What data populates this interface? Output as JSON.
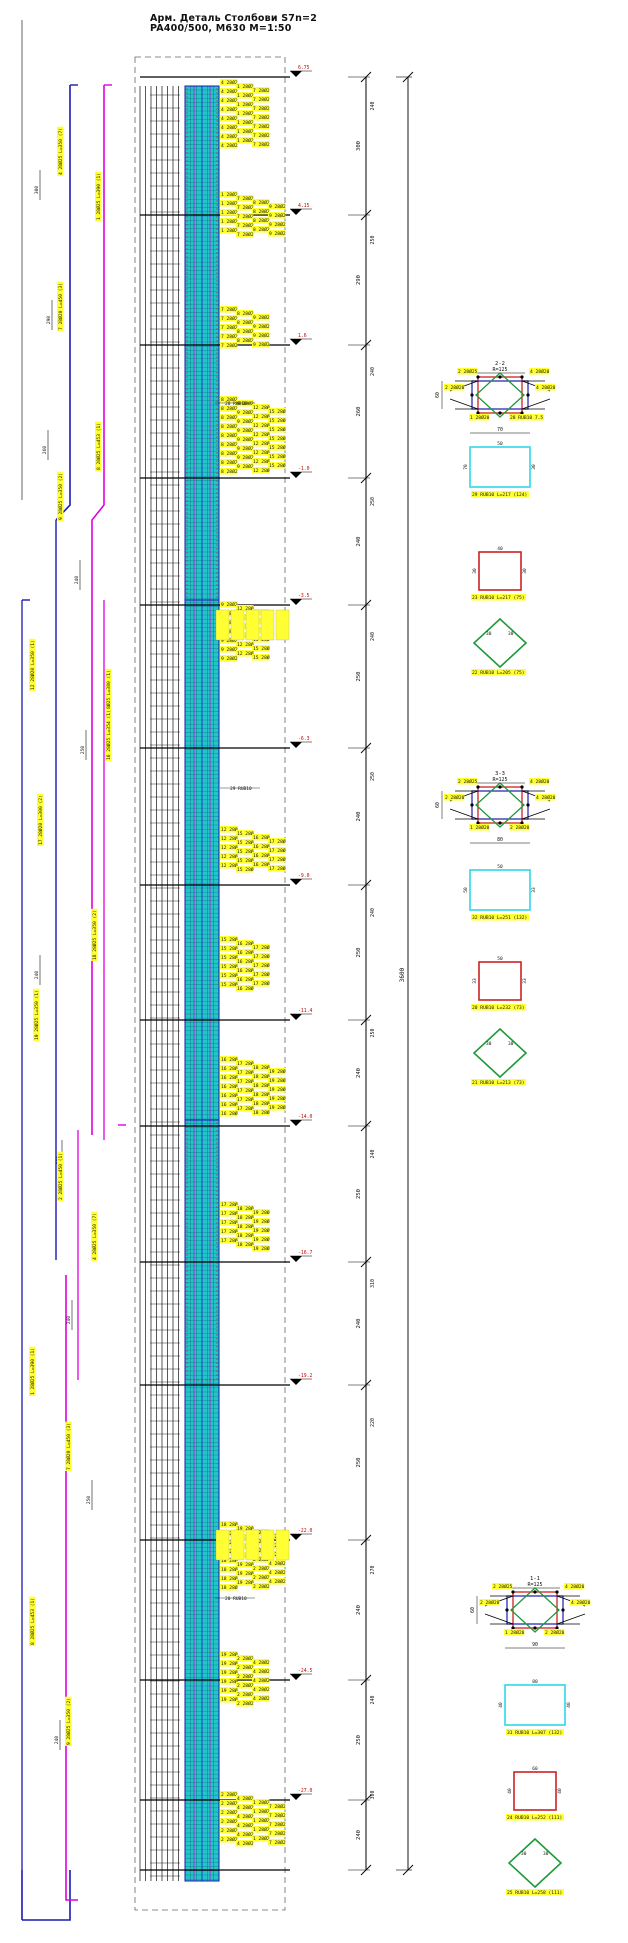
{
  "drawing": {
    "title_line1": "Арм. Деталь Столбови S7n=2",
    "title_line2": "PA400/500, M630   M=1:50",
    "overall_dimension": "3600"
  },
  "segment_dimensions": [
    "300",
    "290",
    "260",
    "240",
    "250",
    "240",
    "250",
    "240",
    "250",
    "240",
    "250",
    "240",
    "250",
    "240",
    "310",
    "220",
    "270",
    "240"
  ],
  "level_marks": [
    "6.75",
    "4.15",
    "1.6",
    "-1.0",
    "-3.5",
    "-6.3",
    "-9.0",
    "-11.4",
    "-14.0",
    "-16.7",
    "-19.2",
    "-22.0",
    "-24.5",
    "-27.0"
  ],
  "sections": [
    {
      "label": "2-2",
      "sub": "R=125",
      "width_dim": "70",
      "height_dim": "60",
      "bar_notes": [
        "2 28Ø25",
        "4 28Ø20",
        "2 28Ø20",
        "4 28Ø20",
        "1 28Ø20",
        "28 RUB10 7.5"
      ],
      "stirrups": [
        {
          "caption": "29 RUB10 L=217 (124)",
          "dims": [
            "50",
            "70",
            "30"
          ],
          "color": "#32d6e6"
        },
        {
          "caption": "23 RUB10 L=217 (75)",
          "dims": [
            "40",
            "30",
            "30"
          ],
          "color": "#cc2222"
        },
        {
          "caption": "22 RUB10 L=205 (75)",
          "dims": [
            "30",
            "30"
          ],
          "color": "#1f9a3a"
        }
      ]
    },
    {
      "label": "3-3",
      "sub": "R=125",
      "width_dim": "80",
      "height_dim": "60",
      "bar_notes": [
        "2 28Ø25",
        "4 28Ø20",
        "2 28Ø20",
        "4 28Ø20",
        "1 28Ø20",
        "2 28Ø20"
      ],
      "stirrups": [
        {
          "caption": "32 RUB10 L=251 (132)",
          "dims": [
            "50",
            "50",
            "33"
          ],
          "color": "#32d6e6"
        },
        {
          "caption": "20 RUB10 L=232 (73)",
          "dims": [
            "50",
            "33",
            "33"
          ],
          "color": "#cc2222"
        },
        {
          "caption": "21 RUB10 L=213 (73)",
          "dims": [
            "30",
            "30"
          ],
          "color": "#1f9a3a"
        }
      ]
    },
    {
      "label": "1-1",
      "sub": "R=125",
      "width_dim": "90",
      "height_dim": "60",
      "bar_notes": [
        "2 28Ø25",
        "4 28Ø20",
        "2 28Ø20",
        "4 28Ø20",
        "1 28Ø20",
        "2 28Ø20"
      ],
      "stirrups": [
        {
          "caption": "31 RUB10 L=307 (132)",
          "dims": [
            "80",
            "40",
            "40"
          ],
          "color": "#32d6e6"
        },
        {
          "caption": "24 RUB10 L=252 (111)",
          "dims": [
            "60",
            "40",
            "40"
          ],
          "color": "#cc2222"
        },
        {
          "caption": "25 RUB10 L=258 (111)",
          "dims": [
            "30",
            "30"
          ],
          "color": "#1f9a3a"
        }
      ]
    }
  ],
  "rebar_labels_left": [
    "4 28Ø25 L=350 (7)",
    "1 28Ø25 L=390 (1)",
    "7 28Ø20 L=450 (3)",
    "8 28Ø25 L=453 (1)",
    "9 28Ø25 L=350 (2)",
    "12 28Ø20 L=350 (1)",
    "15 28Ø25 L=380 (1)",
    "16 28Ø25 L=354 (1)",
    "17 28Ø20 L=300 (2)",
    "18 28Ø25 L=350 (2)",
    "19 28Ø25 L=350 (1)",
    "2 28Ø25 L=450 (1)"
  ],
  "stirrup_tags": [
    "28 RUB10",
    "29 RUB10",
    "20 RUB10",
    "22 RUB10",
    "23 RUB10"
  ],
  "colors": {
    "core": "#22c6c6",
    "core_grid": "#0a5a7a",
    "red": "#cc2222",
    "magenta": "#e000e0",
    "blue": "#1a1ab0",
    "green": "#1f9a3a",
    "cyan": "#32d6e6",
    "label_fill": "#ffff33"
  }
}
